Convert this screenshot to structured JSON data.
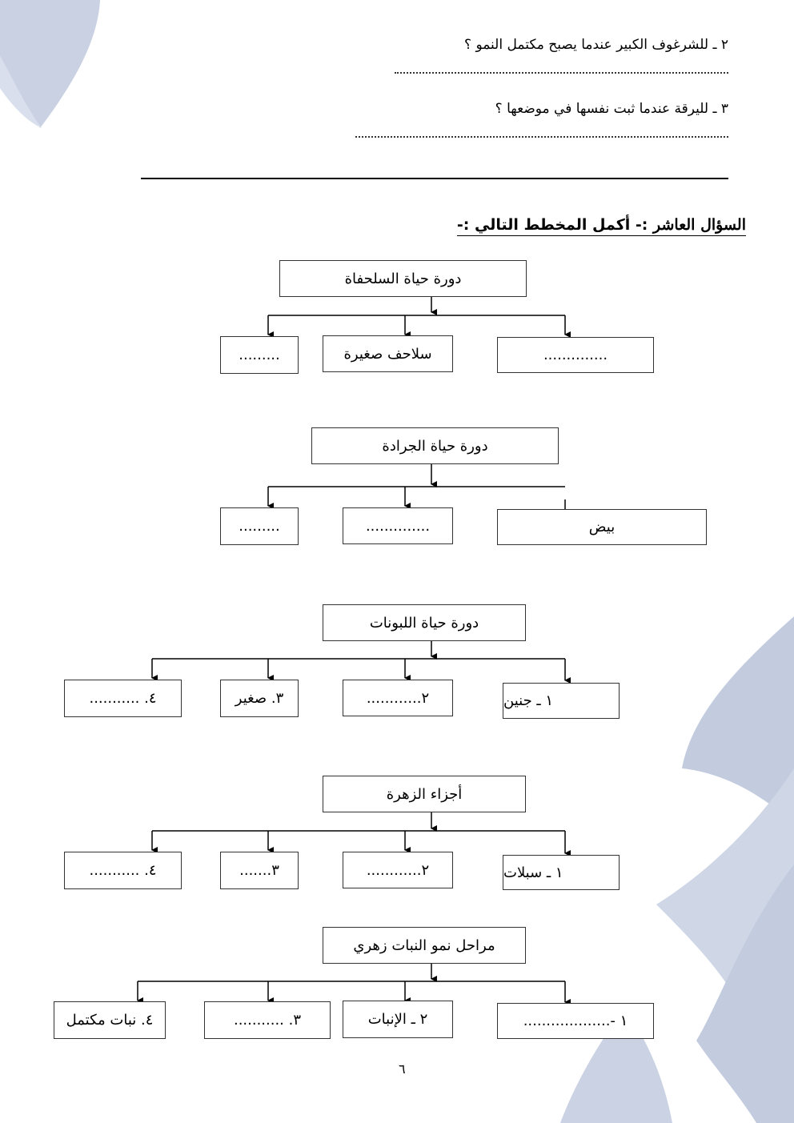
{
  "questions": {
    "q2": "٢ ـ للشرغوف الكبير عندما يصبح مكتمل النمو ؟",
    "q3": "٣ ـ لليرقة عندما ثبت نفسها في موضعها ؟"
  },
  "section": {
    "label": "السؤال العاشر",
    "instruction": ":- أكمل المخطط التالي :-"
  },
  "diagrams": {
    "turtle": {
      "title": "دورة حياة السلحفاة",
      "boxes": [
        "..............",
        "سلاحف صغيرة",
        "........."
      ]
    },
    "locust": {
      "title": "دورة حياة الجرادة",
      "boxes": [
        "بيض",
        "..............",
        "........."
      ]
    },
    "seeds": {
      "title": "دورة حياة اللبونات",
      "boxes": [
        "١ ـ جنين",
        "٢............",
        "٣. صغير",
        "٤. ..........."
      ]
    },
    "flower": {
      "title": "أجزاء الزهرة",
      "boxes": [
        "١ ـ سبلات",
        "٢............",
        "٣.......",
        "٤. ..........."
      ]
    },
    "plant": {
      "title": "مراحل نمو النبات زهري",
      "boxes": [
        "١ -...................",
        "٢ ـ الإنبات",
        "٣. ...........",
        "٤. نبات مكتمل"
      ]
    }
  },
  "page_number": "٦",
  "colors": {
    "watermark": "#c5cde0",
    "ink": "#000000"
  }
}
